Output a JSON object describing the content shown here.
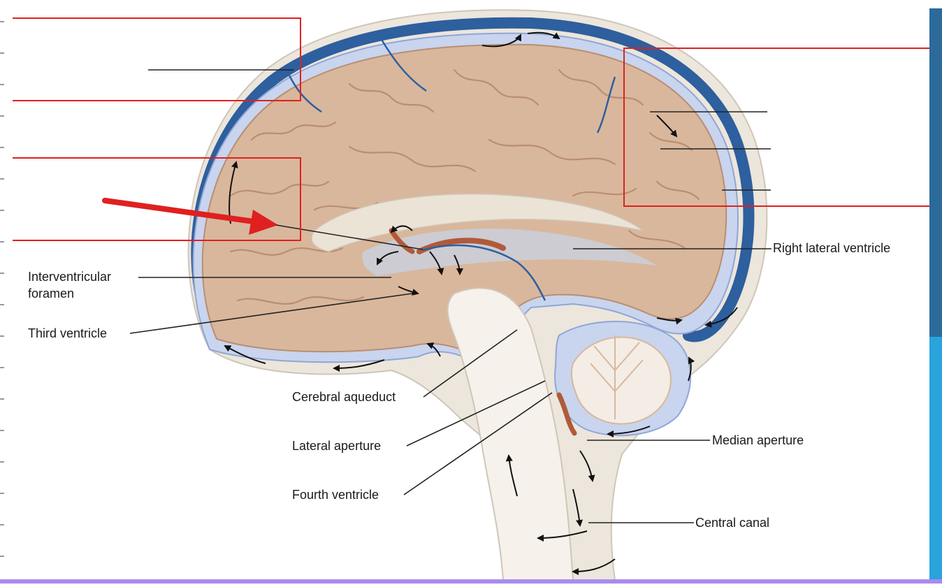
{
  "labels": {
    "right_lateral_ventricle": "Right lateral ventricle",
    "interventricular_foramen_line1": "Interventricular",
    "interventricular_foramen_line2": "foramen",
    "third_ventricle": "Third ventricle",
    "cerebral_aqueduct": "Cerebral aqueduct",
    "lateral_aperture": "Lateral aperture",
    "fourth_ventricle": "Fourth ventricle",
    "median_aperture": "Median aperture",
    "central_canal": "Central canal"
  },
  "colors": {
    "brain": "#d9b79c",
    "brain_fold": "#b98e72",
    "dura": "#2e5f9e",
    "csf": "#c9d4ee",
    "bone": "#ece6dc",
    "choroid": "#b05a3a",
    "highlight_box": "#e02020",
    "pointer_arrow": "#e02020"
  }
}
